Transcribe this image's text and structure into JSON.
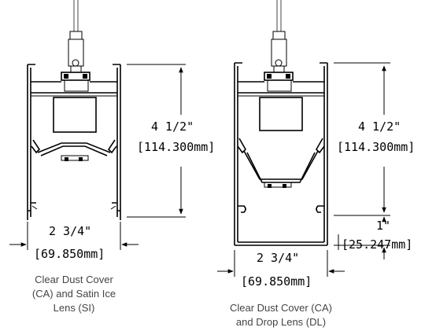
{
  "left_fixture": {
    "height_fraction": "4 1/2\"",
    "height_mm": "[114.300mm]",
    "width_fraction": "2 3/4\"",
    "width_mm": "[69.850mm]",
    "caption_lines": [
      "Clear Dust Cover",
      "(CA) and Satin Ice",
      "Lens (SI)"
    ]
  },
  "right_fixture": {
    "height_fraction": "4  1/2\"",
    "height_mm": "[114.300mm]",
    "drop_fraction": "1\"",
    "drop_mm": "[25.247mm]",
    "width_fraction": "2 3/4\"",
    "width_mm": "[69.850mm]",
    "caption_lines": [
      "Clear Dust Cover (CA)",
      "and Drop Lens (DL)"
    ]
  }
}
